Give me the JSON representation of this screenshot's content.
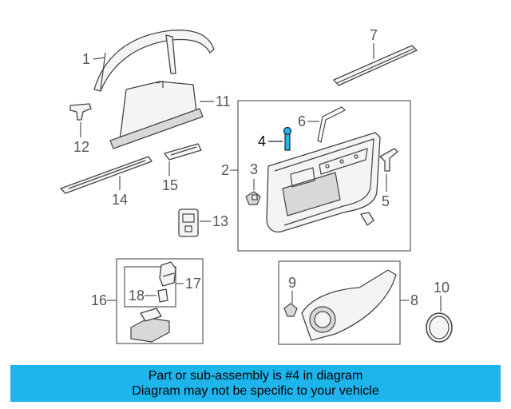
{
  "diagram": {
    "callouts": {
      "c1": "1",
      "c2": "2",
      "c3": "3",
      "c4": "4",
      "c5": "5",
      "c6": "6",
      "c7": "7",
      "c8": "8",
      "c9": "9",
      "c10": "10",
      "c11": "11",
      "c12": "12",
      "c13": "13",
      "c14": "14",
      "c15": "15",
      "c16": "16",
      "c17": "17",
      "c18": "18"
    },
    "highlighted_part": "4",
    "highlight_color": "#1eb4ec"
  },
  "banner": {
    "line1": "Part or sub-assembly is #4 in diagram",
    "line2": "Diagram may not be specific to your vehicle",
    "background": "#1eb4ec"
  }
}
